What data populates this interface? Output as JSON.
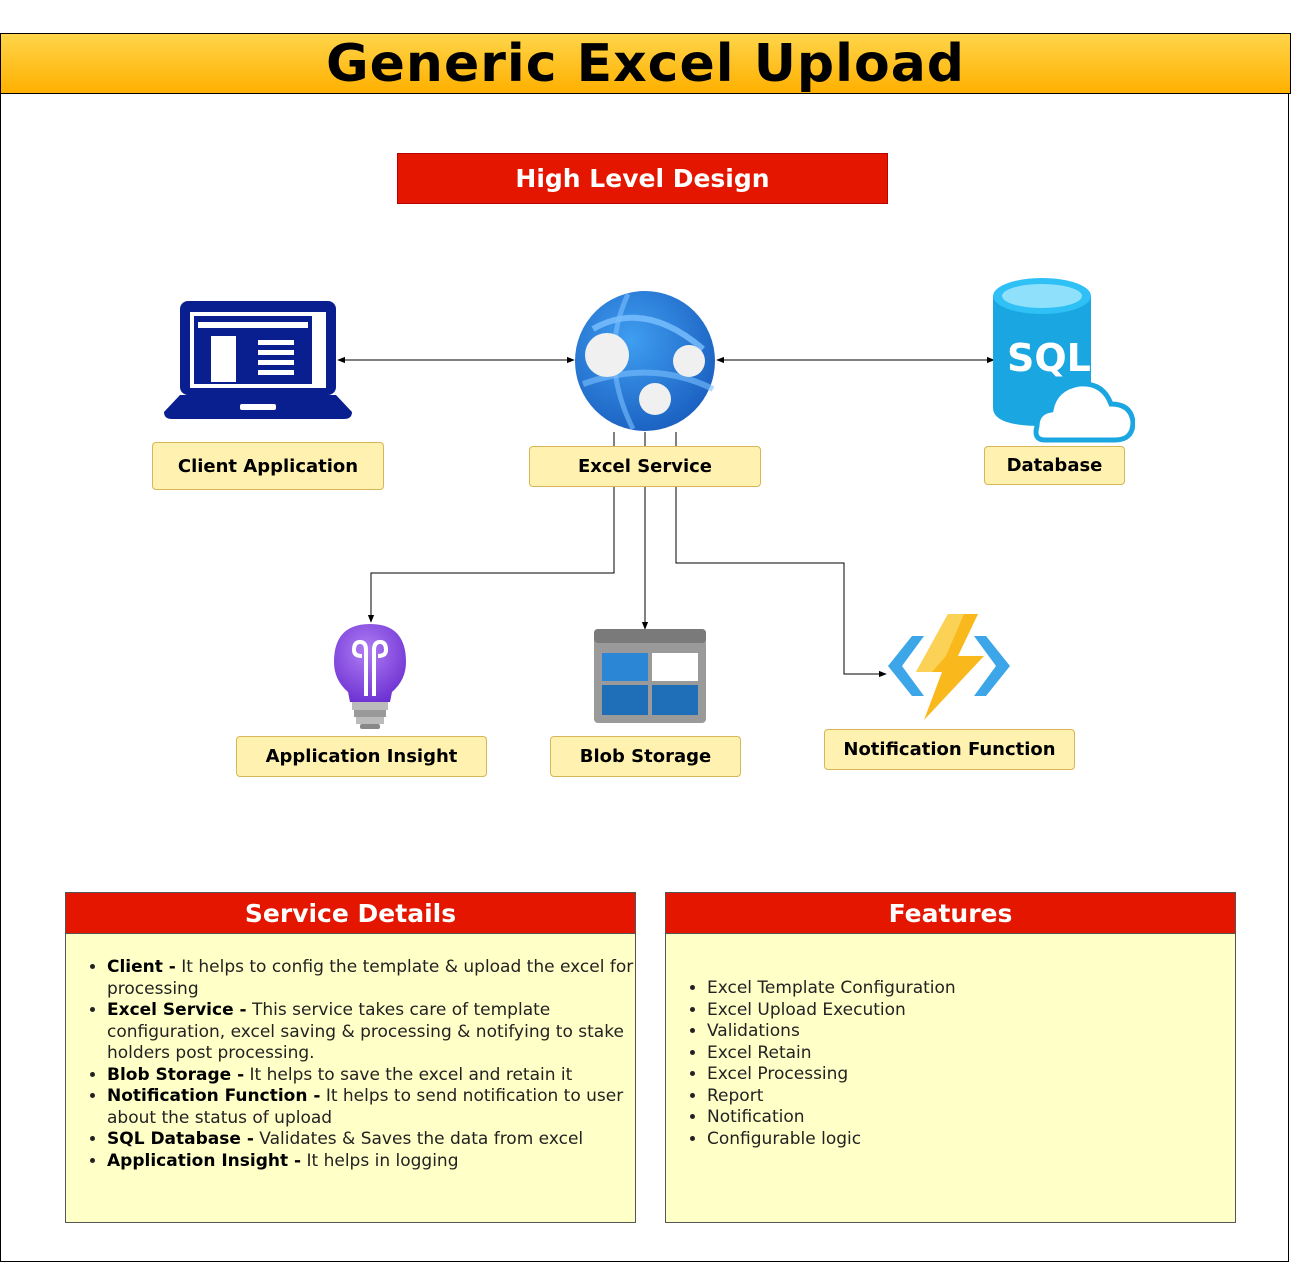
{
  "title": "Generic Excel Upload",
  "subtitle": "High Level Design",
  "nodes": {
    "client": "Client Application",
    "excel": "Excel Service",
    "database": "Database",
    "insight": "Application Insight",
    "blob": "Blob Storage",
    "notification": "Notification Function"
  },
  "sql_icon_text": "SQL",
  "service_details": {
    "heading": "Service Details",
    "items": [
      {
        "term": "Client -",
        "desc": " It helps to config the template & upload the excel for processing"
      },
      {
        "term": "Excel Service -",
        "desc": " This service takes care of template configuration, excel saving & processing & notifying to stake holders post processing."
      },
      {
        "term": "Blob Storage -",
        "desc": " It helps to save the excel and retain it"
      },
      {
        "term": "Notification Function -",
        "desc": " It helps to send notification to user about the status of upload"
      },
      {
        "term": "SQL Database -",
        "desc": " Validates & Saves the data from excel"
      },
      {
        "term": "Application Insight -",
        "desc": " It helps in logging"
      }
    ]
  },
  "features": {
    "heading": "Features",
    "items": [
      "Excel Template Configuration",
      "Excel Upload Execution",
      "Validations",
      "Excel Retain",
      "Excel Processing",
      "Report",
      "Notification",
      "Configurable logic"
    ]
  },
  "colors": {
    "title_bar": "#ffc125",
    "header_red": "#e41600",
    "label_fill": "#fff2b0",
    "panel_fill": "#ffffc8"
  }
}
